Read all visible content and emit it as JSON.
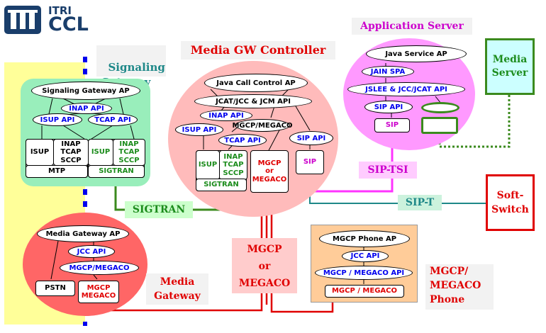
{
  "logo": {
    "line1": "ITRI",
    "line2": "CCL"
  },
  "sg": {
    "title": "Signaling Gateway",
    "ap": "Signaling Gateway AP",
    "inap": "INAP API",
    "isup_api": "ISUP API",
    "tcap_api": "TCAP API",
    "isup": "ISUP",
    "stack_left": "INAP\nTCAP\nSCCP",
    "mtp": "MTP",
    "isup2": "ISUP",
    "stack_right": "INAP\nTCAP\nSCCP",
    "sigtran": "SIGTRAN"
  },
  "mgc": {
    "title": "Media GW Controller",
    "ap": "Java Call Control AP",
    "jcat": "JCAT/JCC & JCM API",
    "inap": "INAP API",
    "isup_api": "ISUP API",
    "megaco_api": "MGCP/MEGACO",
    "tcap_api": "TCAP API",
    "sip_api": "SIP API",
    "isup": "ISUP",
    "stack": "INAP\nTCAP\nSCCP",
    "sigtran": "SIGTRAN",
    "mgcp": "MGCP\nor\nMEGACO",
    "sip": "SIP"
  },
  "as": {
    "title": "Application Server",
    "ap": "Java Service AP",
    "jain": "JAIN SPA",
    "jslee": "JSLEE & JCC/JCAT API",
    "sip_api": "SIP API",
    "sip": "SIP"
  },
  "media_server": "Media\nServer",
  "softswitch": "Soft-\nSwitch",
  "links": {
    "sip_tsi": "SIP-TSI",
    "sip_t": "SIP-T",
    "sigtran": "SIGTRAN",
    "mgcp": "MGCP\nor\nMEGACO"
  },
  "mg": {
    "title": "Media\nGateway",
    "ap": "Media Gateway AP",
    "jcc": "JCC API",
    "megaco": "MGCP/MEGACO",
    "pstn": "PSTN",
    "mgcp_box": "MGCP\nMEGACO"
  },
  "phone": {
    "title": "MGCP/\nMEGACO\nPhone",
    "ap": "MGCP Phone AP",
    "jcc": "JCC API",
    "api": "MGCP / MEGACO API",
    "proto": "MGCP / MEGACO"
  },
  "colors": {
    "yellow": "#ffff99",
    "green_panel": "#99eebb",
    "pink_panel": "#ffbbbb",
    "magenta_panel": "#ff99ff",
    "red_panel": "#ff6666",
    "orange_panel": "#ffcc99",
    "green_line": "#3b8a1e",
    "red_line": "#e00000",
    "magenta_line": "#ff33ff",
    "teal_line": "#1e8888"
  }
}
